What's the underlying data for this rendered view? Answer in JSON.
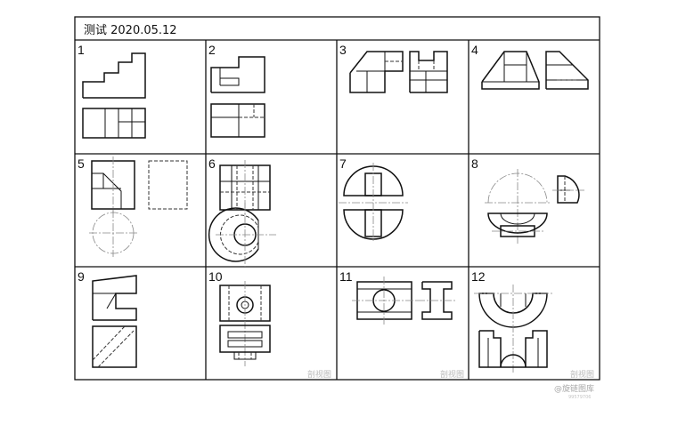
{
  "header": {
    "title": "测试 2020.05.12"
  },
  "cells": [
    {
      "number": "1"
    },
    {
      "number": "2"
    },
    {
      "number": "3"
    },
    {
      "number": "4"
    },
    {
      "number": "5"
    },
    {
      "number": "6"
    },
    {
      "number": "7"
    },
    {
      "number": "8"
    },
    {
      "number": "9"
    },
    {
      "number": "10"
    },
    {
      "number": "11"
    },
    {
      "number": "12"
    }
  ],
  "watermarks": {
    "cell10": "剖视图",
    "cell11": "剖视图",
    "cell12": "剖视图",
    "brand": "@旋链图库",
    "brand_id": "99579706"
  }
}
